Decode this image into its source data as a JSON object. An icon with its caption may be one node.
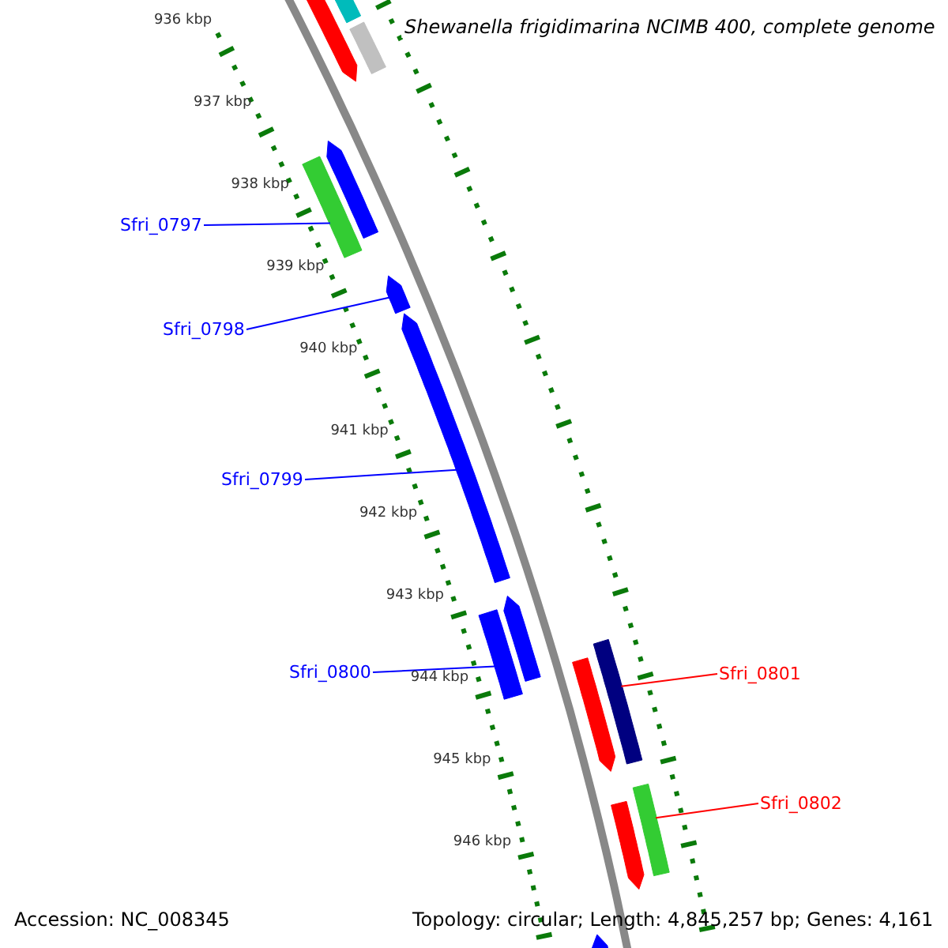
{
  "diagram": {
    "title": "Shewanella frigidimarina NCIMB 400, complete genome",
    "nodes": [
      {
        "text": [
          "Sfri_0797"
        ]
      },
      {
        "text": [
          "Sfri_0798"
        ]
      },
      {
        "text": [
          "Sfri_0799"
        ]
      },
      {
        "text": [
          "Sfri_0800"
        ]
      },
      {
        "text": [
          "Sfri_0801"
        ]
      },
      {
        "text": [
          "Sfri_0802"
        ]
      },
      {
        "text": [],
        "shape": "bar"
      },
      {
        "text": [],
        "shape": "bar"
      },
      {
        "text": [],
        "shape": "bar"
      },
      {
        "text": [],
        "shape": "bar"
      },
      {
        "text": [],
        "shape": "bar"
      },
      {
        "text": [],
        "shape": "bar"
      },
      {
        "text": [],
        "shape": "bar"
      },
      {
        "text": [],
        "shape": "bar"
      },
      {
        "text": [],
        "shape": "bar"
      },
      {
        "text": [],
        "shape": "bar"
      },
      {
        "text": [],
        "shape": "bar"
      },
      {
        "text": [],
        "shape": "bar"
      },
      {
        "text": [],
        "shape": "bar"
      },
      {
        "text": [],
        "shape": "bar"
      }
    ],
    "edges": [
      {
        "from": 0,
        "to": 10,
        "arrow": "none"
      },
      {
        "from": 1,
        "to": 11,
        "arrow": "none"
      },
      {
        "from": 2,
        "to": 12,
        "arrow": "none"
      },
      {
        "from": 3,
        "to": 14,
        "arrow": "none"
      },
      {
        "from": 4,
        "to": 15,
        "arrow": "none",
        "color": "#ff0000"
      },
      {
        "from": 5,
        "to": 17,
        "arrow": "none",
        "color": "#ff0000"
      }
    ],
    "labels": [
      "936 kbp",
      "937 kbp",
      "938 kbp",
      "939 kbp",
      "940 kbp",
      "941 kbp",
      "942 kbp",
      "943 kbp",
      "944 kbp",
      "945 kbp",
      "946 kbp",
      "Accession: NC_008345",
      "Topology: circular; Length: 4,845,257 bp; Genes: 4,161"
    ]
  }
}
